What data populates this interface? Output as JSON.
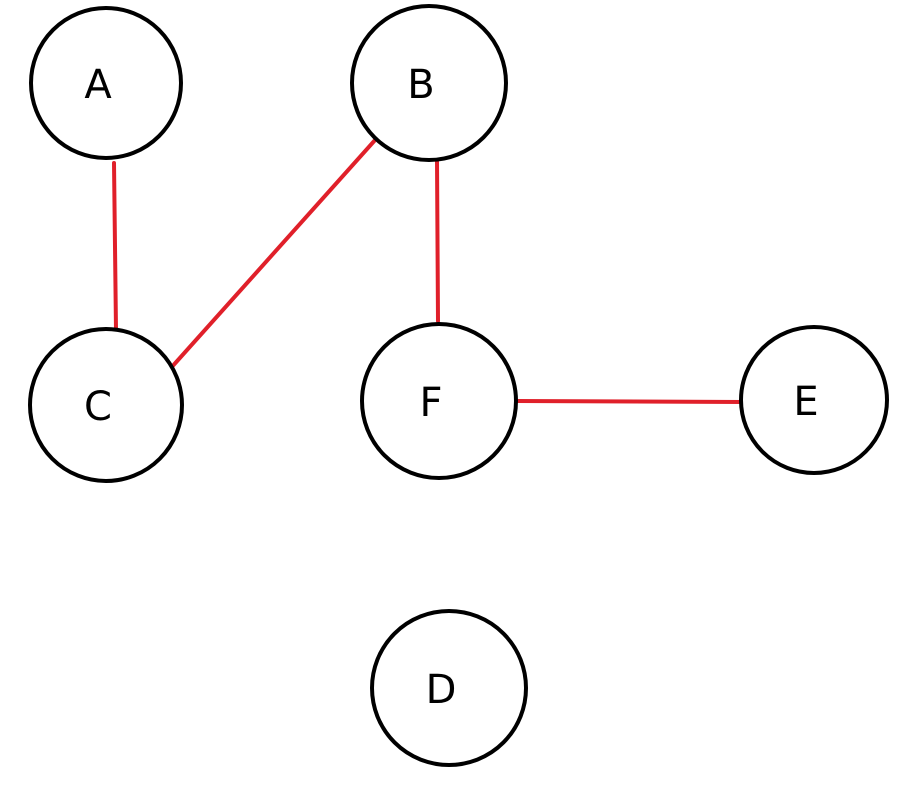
{
  "diagram": {
    "type": "graph",
    "colors": {
      "edge": "#e0202a",
      "node_stroke": "#000000",
      "label": "#000000"
    },
    "nodes": [
      {
        "id": "A",
        "label": "A"
      },
      {
        "id": "B",
        "label": "B"
      },
      {
        "id": "C",
        "label": "C"
      },
      {
        "id": "F",
        "label": "F"
      },
      {
        "id": "E",
        "label": "E"
      },
      {
        "id": "D",
        "label": "D"
      }
    ],
    "edges": [
      {
        "from": "A",
        "to": "C"
      },
      {
        "from": "C",
        "to": "B"
      },
      {
        "from": "B",
        "to": "F"
      },
      {
        "from": "F",
        "to": "E"
      }
    ]
  }
}
